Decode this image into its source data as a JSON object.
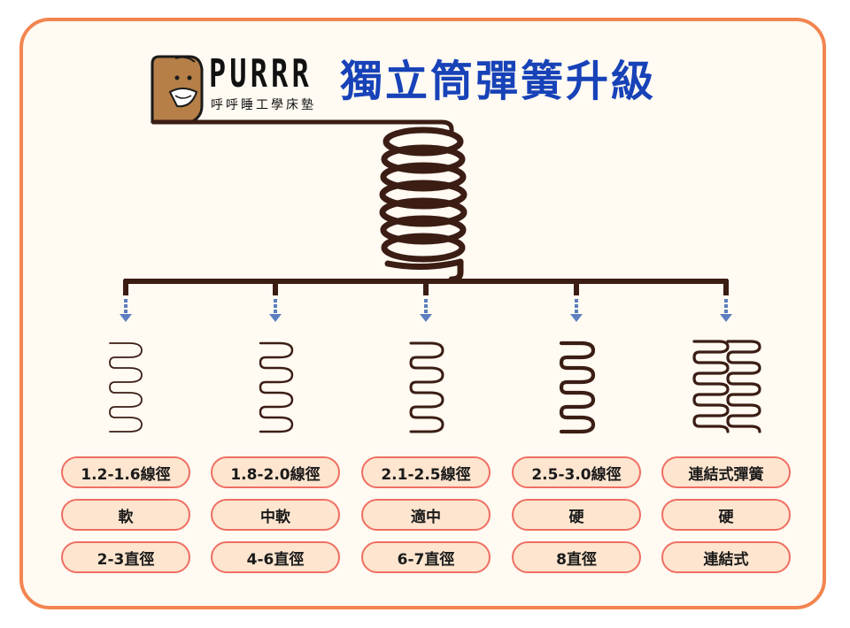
{
  "header": {
    "brand_name": "PURRR",
    "brand_tagline": "呼呼睡工學床墊",
    "title": "獨立筒彈簧升級"
  },
  "colors": {
    "frame": "#f2854f",
    "title": "#1742b8",
    "spring": "#3b1d14",
    "arrow": "#5b7fbf",
    "pill_fill": "#fde5cf",
    "pill_border": "#ef6f63"
  },
  "icons": [
    "cat-mascot-icon",
    "arrow-down-icon",
    "coil-spring-icon"
  ],
  "columns": [
    {
      "wire": "1.2-1.6線徑",
      "firmness": "軟",
      "diameter": "2-3直徑"
    },
    {
      "wire": "1.8-2.0線徑",
      "firmness": "中軟",
      "diameter": "4-6直徑"
    },
    {
      "wire": "2.1-2.5線徑",
      "firmness": "適中",
      "diameter": "6-7直徑"
    },
    {
      "wire": "2.5-3.0線徑",
      "firmness": "硬",
      "diameter": "8直徑"
    },
    {
      "wire": "連結式彈簧",
      "firmness": "硬",
      "diameter": "連結式"
    }
  ]
}
